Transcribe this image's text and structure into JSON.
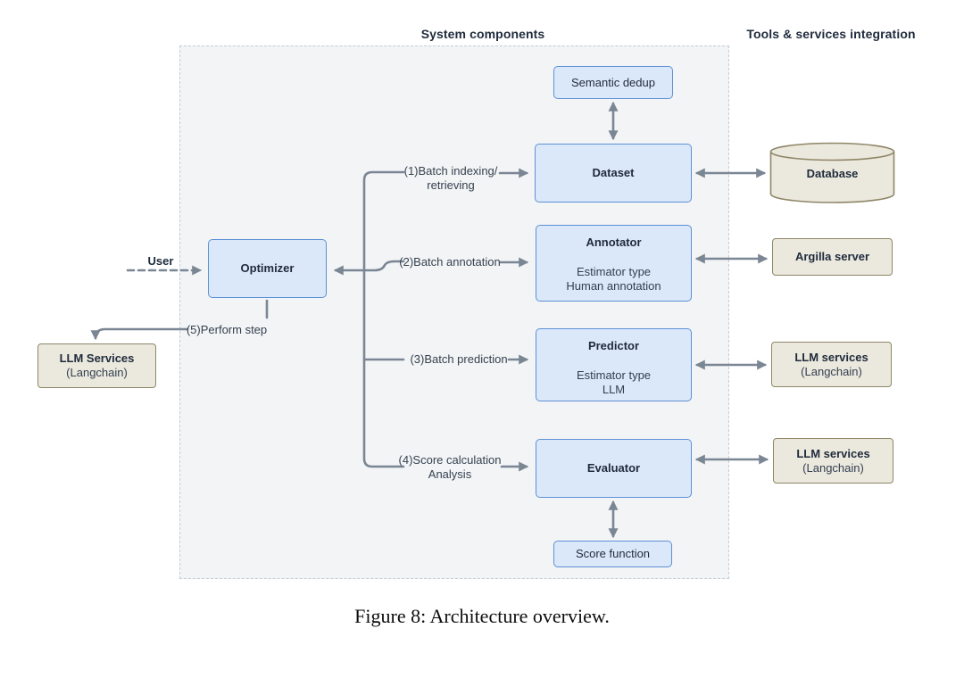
{
  "headers": {
    "system_components": "System components",
    "tools_services": "Tools & services integration"
  },
  "nodes": {
    "semantic_dedup": {
      "label": "Semantic dedup"
    },
    "dataset": {
      "label": "Dataset"
    },
    "annotator": {
      "title": "Annotator",
      "lines": [
        "Estimator type",
        "Human annotation"
      ]
    },
    "predictor": {
      "title": "Predictor",
      "lines": [
        "Estimator type",
        "LLM"
      ]
    },
    "evaluator": {
      "label": "Evaluator"
    },
    "score_function": {
      "label": "Score function"
    },
    "optimizer": {
      "label": "Optimizer"
    },
    "llm_services_left": {
      "title": "LLM Services",
      "subtitle": "(Langchain)"
    },
    "database": {
      "label": "Database"
    },
    "argilla_server": {
      "label": "Argilla server"
    },
    "llm_services_predictor": {
      "title": "LLM services",
      "subtitle": "(Langchain)"
    },
    "llm_services_evaluator": {
      "title": "LLM services",
      "subtitle": "(Langchain)"
    }
  },
  "edge_labels": {
    "user": "User",
    "batch_indexing_line1": "(1)Batch indexing/",
    "batch_indexing_line2": "retrieving",
    "batch_annotation": "(2)Batch annotation",
    "batch_prediction": "(3)Batch prediction",
    "score_calculation_line1": "(4)Score calculation",
    "score_calculation_line2": "Analysis",
    "perform_step": "(5)Perform step"
  },
  "caption": "Figure 8: Architecture overview.",
  "colors": {
    "node_blue_fill": "#dbe8fa",
    "node_blue_border": "#5e90d6",
    "node_tan_fill": "#ebe8dd",
    "node_tan_border": "#8f8668",
    "arrow_gray": "#7b8694",
    "panel_fill": "#f2f4f6",
    "panel_border": "#c6ccd4",
    "text_dark": "#1f2b3c",
    "label_gray": "#36424f"
  }
}
